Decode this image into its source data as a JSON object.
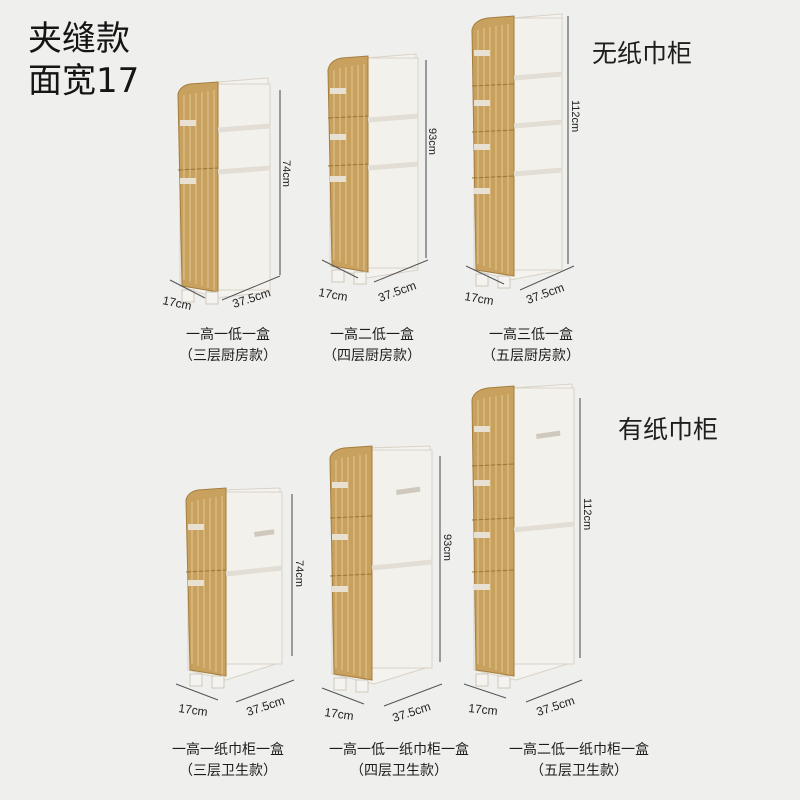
{
  "header": {
    "line1": "夹缝款",
    "line2": "面宽17"
  },
  "sections": {
    "no_tissue": "无纸巾柜",
    "with_tissue": "有纸巾柜"
  },
  "colors": {
    "gold": "#c9a15f",
    "gold_dark": "#9d7433",
    "white_panel": "#f4f2ee",
    "background": "#efefed"
  },
  "products": [
    {
      "height": "74cm",
      "width": "17cm",
      "depth": "37.5cm",
      "line1": "一高一低一盒",
      "line2": "（三层厨房款）"
    },
    {
      "height": "93cm",
      "width": "17cm",
      "depth": "37.5cm",
      "line1": "一高二低一盒",
      "line2": "（四层厨房款）"
    },
    {
      "height": "112cm",
      "width": "17cm",
      "depth": "37.5cm",
      "line1": "一高三低一盒",
      "line2": "（五层厨房款）"
    },
    {
      "height": "74cm",
      "width": "17cm",
      "depth": "37.5cm",
      "line1": "一高一纸巾柜一盒",
      "line2": "（三层卫生款）"
    },
    {
      "height": "93cm",
      "width": "17cm",
      "depth": "37.5cm",
      "line1": "一高一低一纸巾柜一盒",
      "line2": "（四层卫生款）"
    },
    {
      "height": "112cm",
      "width": "17cm",
      "depth": "37.5cm",
      "line1": "一高二低一纸巾柜一盒",
      "line2": "（五层卫生款）"
    }
  ]
}
